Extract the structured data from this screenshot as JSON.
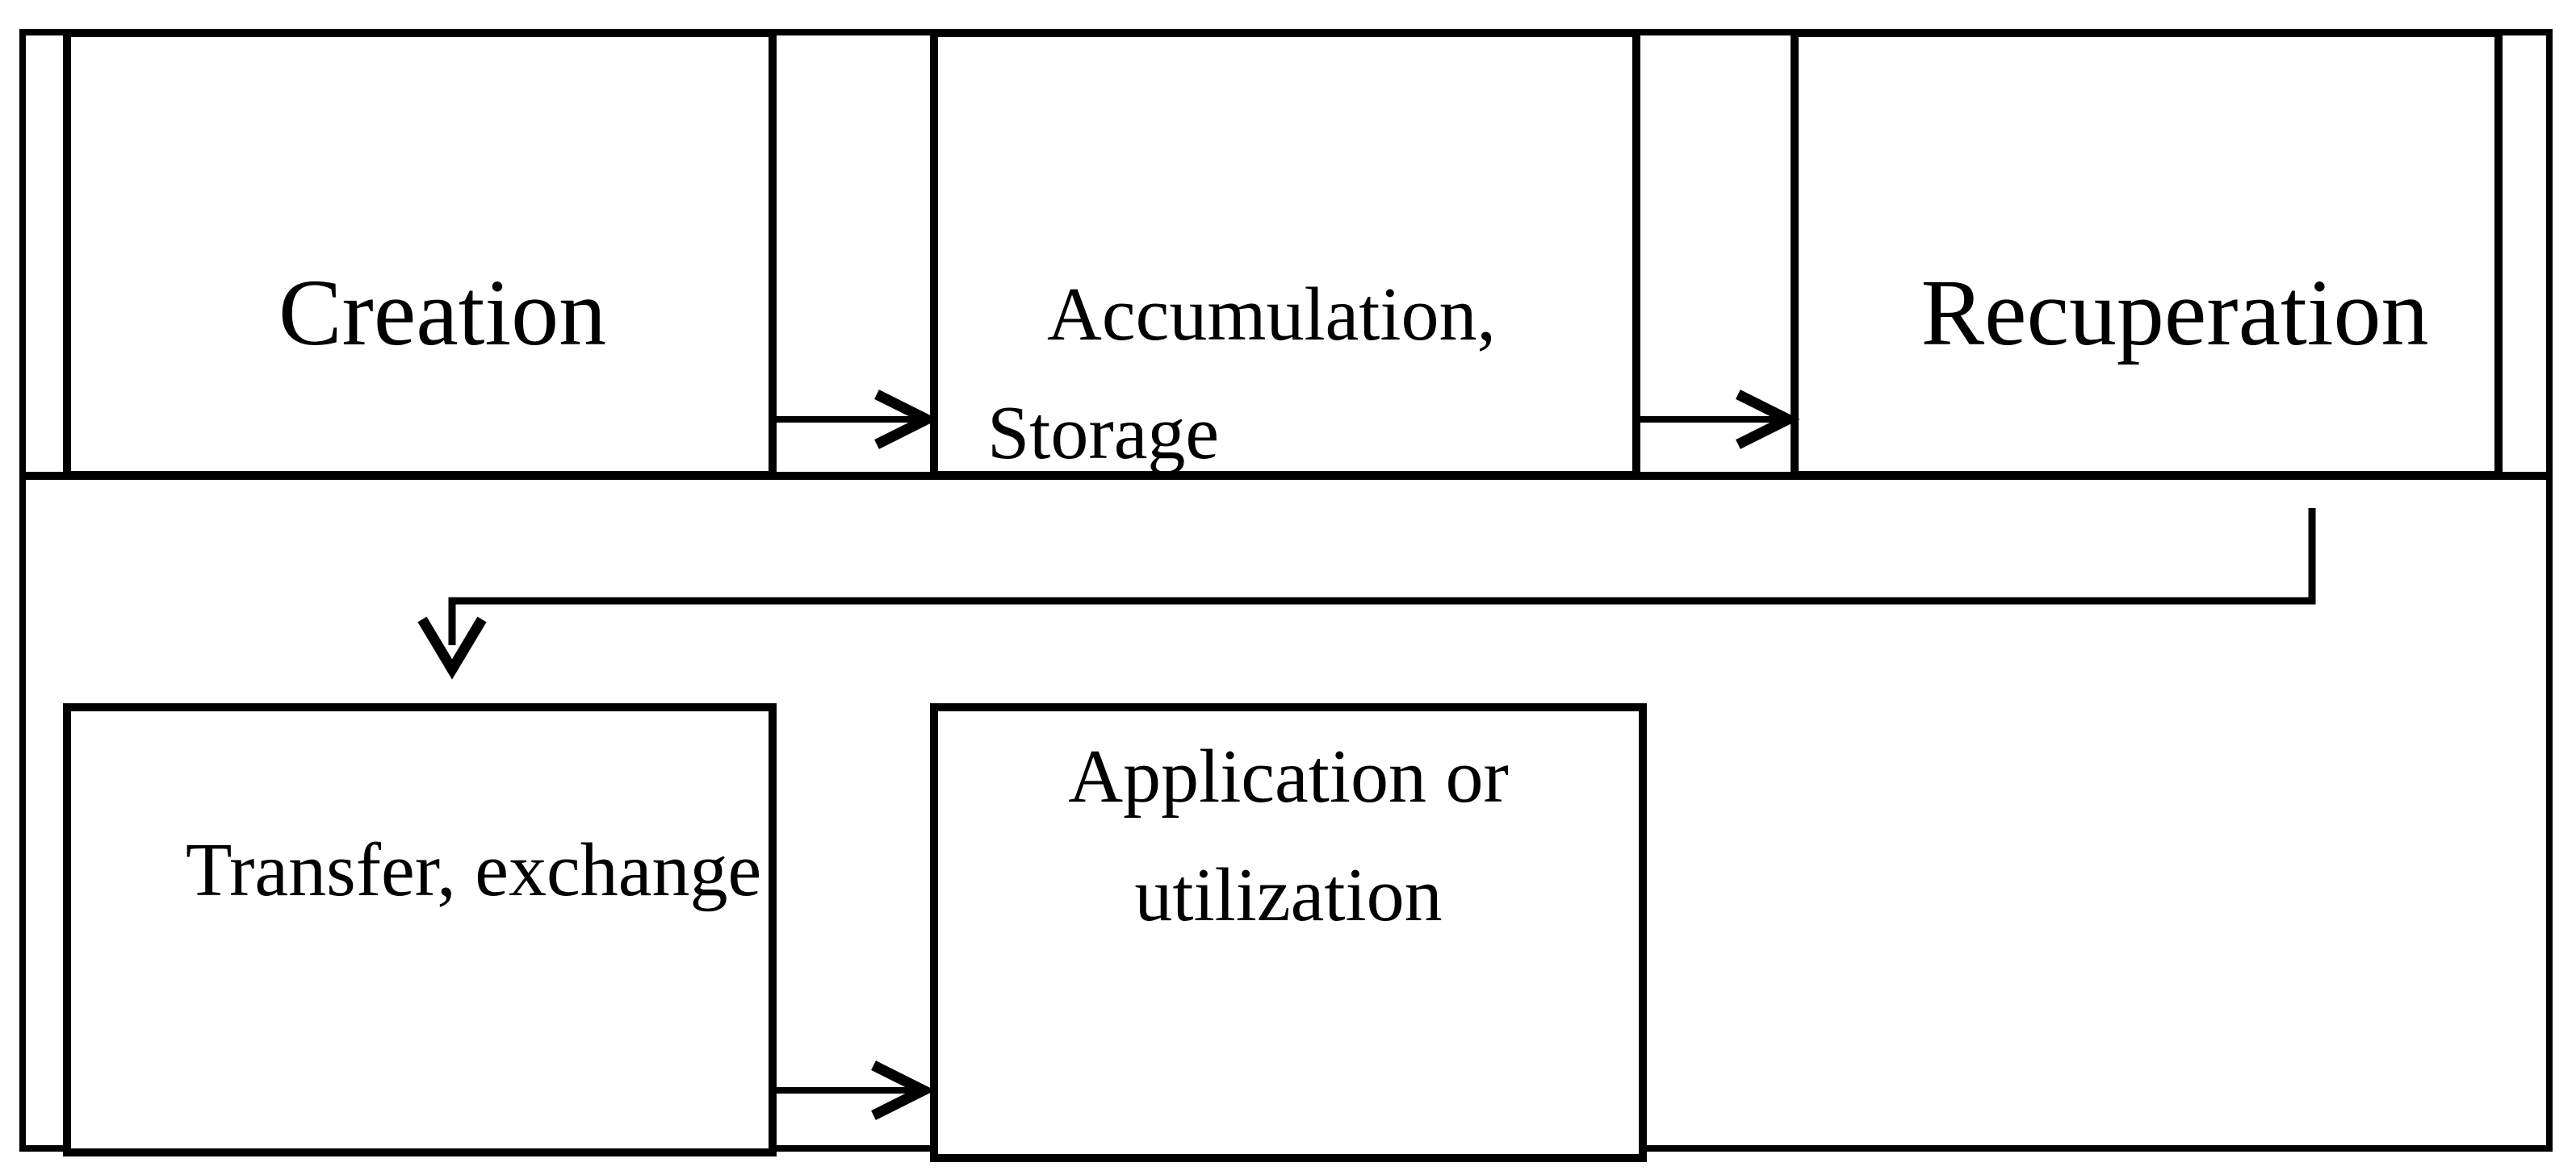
{
  "diagram": {
    "type": "flowchart",
    "colors": {
      "ink": "#000000",
      "background": "#ffffff"
    },
    "nodes": {
      "creation": {
        "label": "Creation"
      },
      "accumulation_storage": {
        "lines": [
          "Accumulation,",
          "Storage"
        ]
      },
      "recuperation": {
        "label": "Recuperation"
      },
      "transfer_exchange": {
        "label": "Transfer, exchange"
      },
      "application_utilization": {
        "lines": [
          "Application or",
          "utilization"
        ]
      }
    },
    "edges": [
      {
        "from": "creation",
        "to": "accumulation_storage"
      },
      {
        "from": "accumulation_storage",
        "to": "recuperation"
      },
      {
        "from": "recuperation",
        "to": "transfer_exchange"
      },
      {
        "from": "transfer_exchange",
        "to": "application_utilization"
      }
    ]
  }
}
